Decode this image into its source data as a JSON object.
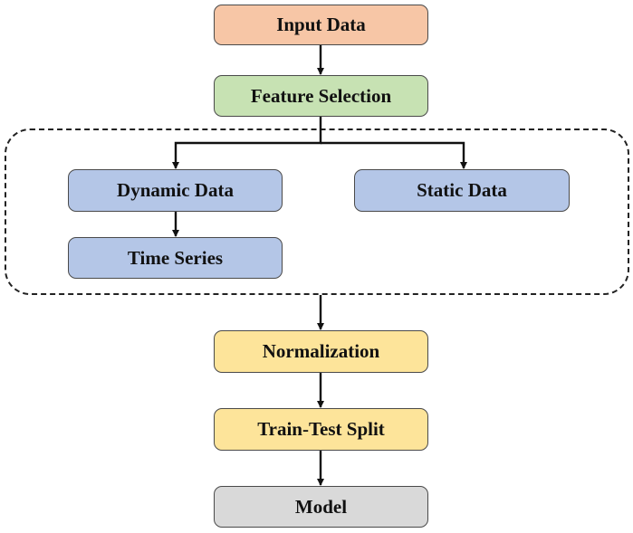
{
  "colors": {
    "input": "#f7c6a6",
    "feature": "#c7e2b3",
    "branch": "#b4c6e7",
    "process": "#fde49a",
    "model": "#d9d9d9",
    "stroke": "#111111"
  },
  "nodes": {
    "input": "Input Data",
    "feature": "Feature Selection",
    "dynamic": "Dynamic Data",
    "static": "Static Data",
    "time_series": "Time Series",
    "normalization": "Normalization",
    "split": "Train-Test Split",
    "model": "Model"
  }
}
